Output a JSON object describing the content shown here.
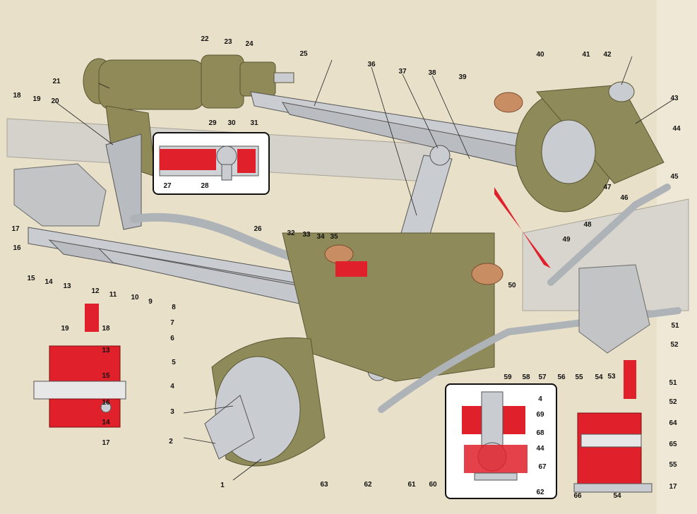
{
  "diagram": {
    "callouts": [
      "1",
      "2",
      "3",
      "4",
      "5",
      "6",
      "7",
      "8",
      "9",
      "10",
      "11",
      "12",
      "13",
      "14",
      "15",
      "16",
      "17",
      "18",
      "19",
      "20",
      "21",
      "22",
      "23",
      "24",
      "25",
      "26",
      "27",
      "28",
      "29",
      "30",
      "31",
      "32",
      "33",
      "34",
      "35",
      "36",
      "37",
      "38",
      "39",
      "40",
      "41",
      "42",
      "43",
      "44",
      "45",
      "46",
      "47",
      "48",
      "49",
      "50",
      "51",
      "52",
      "53",
      "54",
      "55",
      "56",
      "57",
      "58",
      "59",
      "60",
      "61",
      "62",
      "63",
      "64",
      "65",
      "66",
      "67",
      "68",
      "69"
    ]
  },
  "colors": {
    "background": "#e9e0c9",
    "frame": "#d9d6cf",
    "axle_housing": "#8e8a5a",
    "spring_steel": "#c9ccd0",
    "cutaway_red": "#e0202a",
    "rubber_bumper": "#c98d63"
  }
}
